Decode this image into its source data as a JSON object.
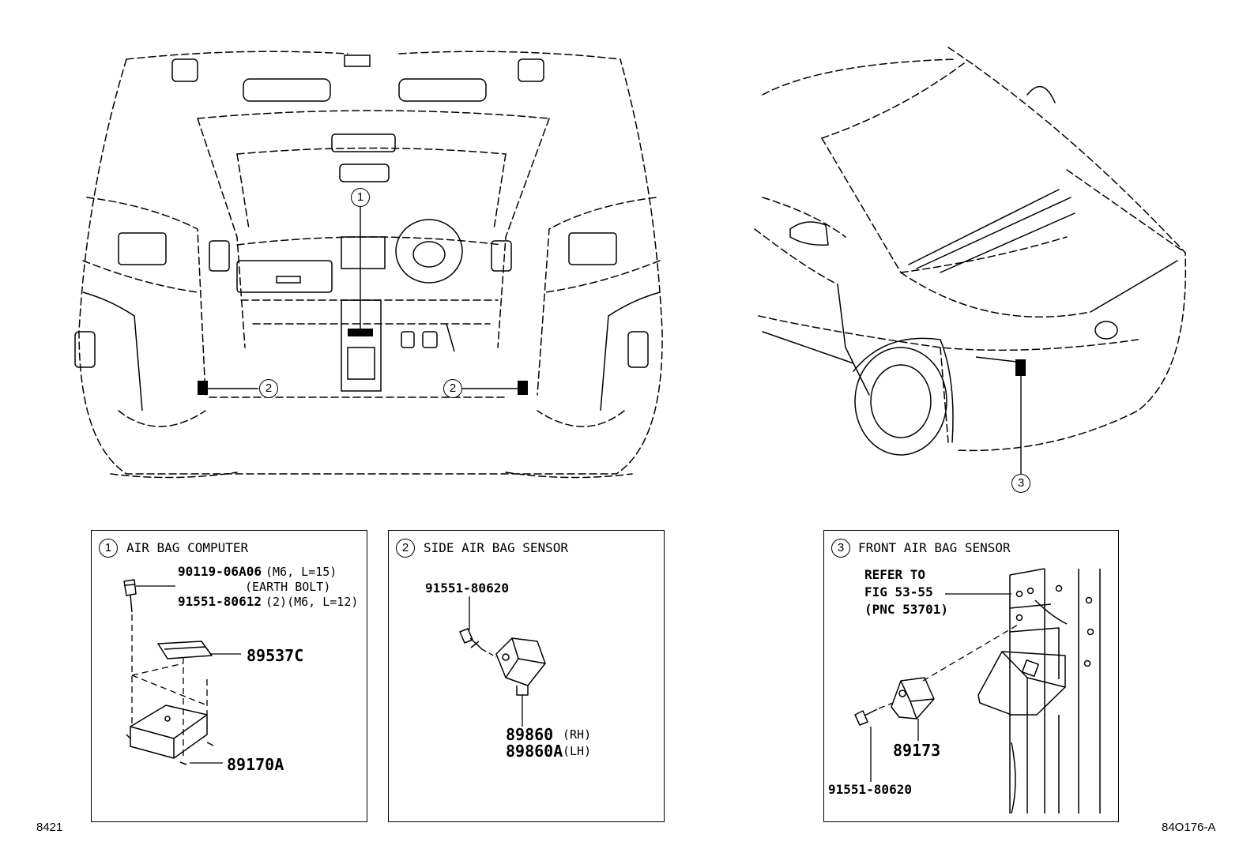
{
  "callouts": {
    "c1": "1",
    "c2": "2",
    "c3": "3"
  },
  "panel1": {
    "title": "AIR BAG COMPUTER",
    "bolt_part": "90119-06A06",
    "bolt_spec": "(M6, L=15)",
    "bolt_note": "(EARTH BOLT)",
    "bolt2_part": "91551-80612",
    "bolt2_spec": "(2)(M6, L=12)",
    "label_part": "89537C",
    "computer_part": "89170A"
  },
  "panel2": {
    "title": "SIDE AIR BAG SENSOR",
    "bolt_part": "91551-80620",
    "sensor_rh": "89860",
    "rh": "(RH)",
    "sensor_lh": "89860A",
    "lh": "(LH)"
  },
  "panel3": {
    "title": "FRONT AIR BAG SENSOR",
    "refer_1": "REFER TO",
    "refer_2": "FIG 53-55",
    "refer_3": "(PNC 53701)",
    "sensor_part": "89173",
    "bolt_part": "91551-80620"
  },
  "corner": {
    "left": "8421",
    "right": "84O176-A"
  }
}
